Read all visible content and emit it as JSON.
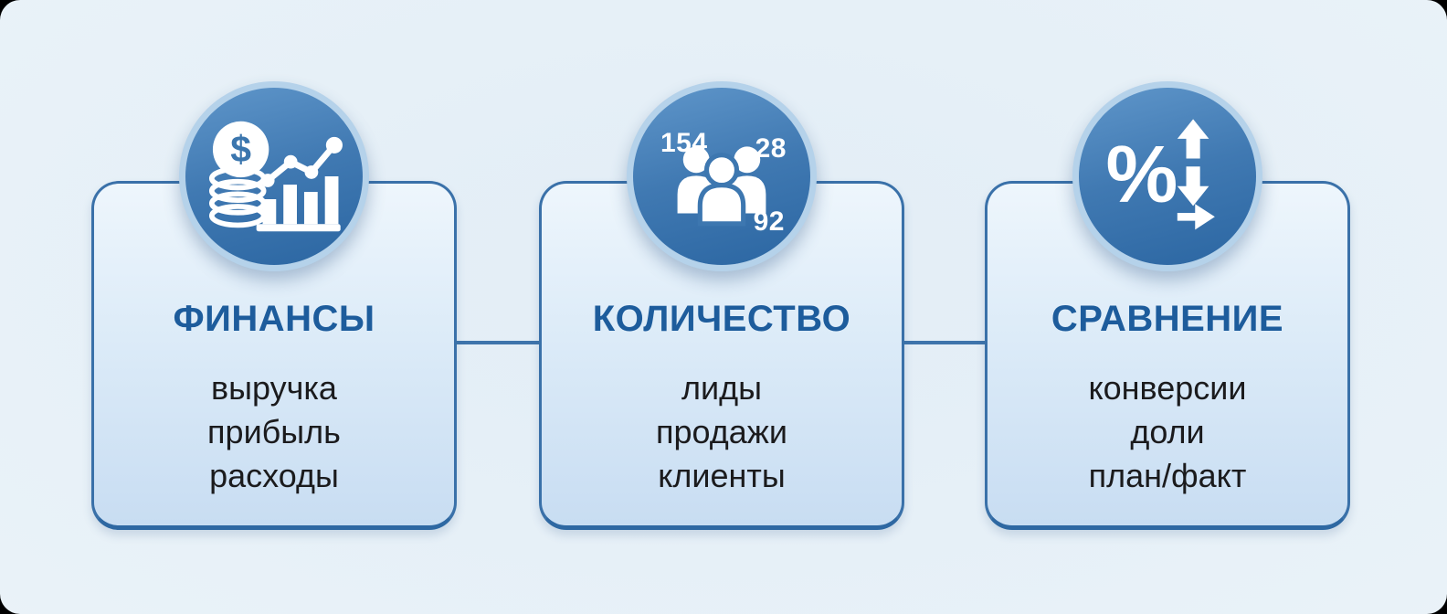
{
  "colors": {
    "background": "#e9f2f8",
    "card_fill_top": "#eef6fc",
    "card_fill_bottom": "#c8ddf2",
    "card_border": "#3a71a9",
    "connector": "#3e74ab",
    "circle_fill": "#3d77b0",
    "circle_ring": "#b5d2ea",
    "title_text": "#1d5c9c",
    "body_text": "#1b1b1d",
    "icon_glyph": "#ffffff"
  },
  "cards": [
    {
      "title": "ФИНАНСЫ",
      "items": [
        "выручка",
        "прибыль",
        "расходы"
      ],
      "icon": "coins-bar-chart-icon",
      "icon_symbol": "$"
    },
    {
      "title": "КОЛИЧЕСТВО",
      "items": [
        "лиды",
        "продажи",
        "клиенты"
      ],
      "icon": "people-group-icon",
      "counts": {
        "top_left": "154",
        "top_right": "28",
        "bottom_right": "92"
      }
    },
    {
      "title": "СРАВНЕНИЕ",
      "items": [
        "конверсии",
        "доли",
        "план/факт"
      ],
      "icon": "percent-arrows-icon",
      "icon_symbol": "%"
    }
  ]
}
